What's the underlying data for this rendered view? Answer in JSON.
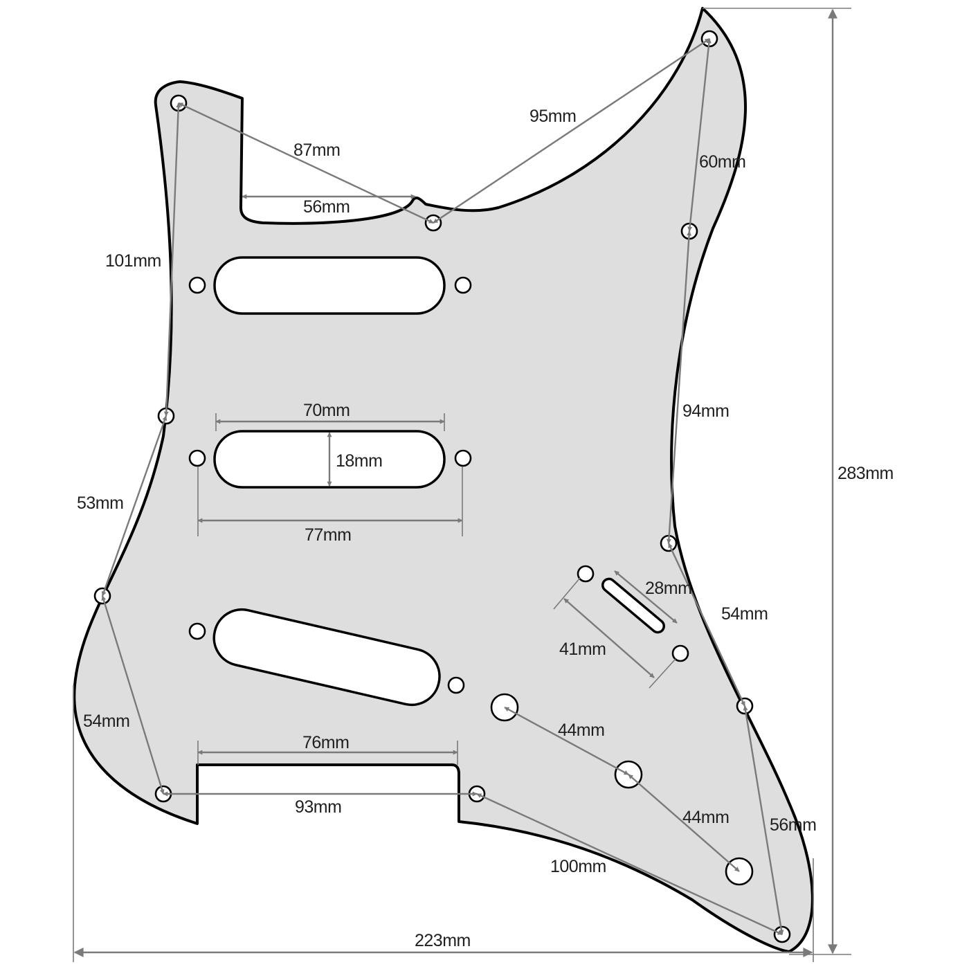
{
  "colors": {
    "pickguard_fill": "#dedede",
    "outline": "#000000",
    "dimension_line": "#7a7a7a",
    "background": "#ffffff"
  },
  "dimensions": {
    "overall_width": "223mm",
    "overall_height": "283mm",
    "mount_top_left_to_center": "87mm",
    "mount_center_to_top_right": "95mm",
    "neck_cutout_width": "56mm",
    "mount_top_right_to_right_upper": "60mm",
    "mount_left_top_to_left_mid": "101mm",
    "pickup_hole_length": "70mm",
    "pickup_hole_width": "18mm",
    "pickup_screw_spacing": "77mm",
    "mount_left_mid_to_left_lower": "53mm",
    "mount_left_lower_to_bottom_left": "54mm",
    "bottom_cutout_width": "76mm",
    "mount_bottom_left_to_bottom_center": "93mm",
    "mount_bottom_center_to_bottom_right": "100mm",
    "mount_right_upper_to_right_mid": "94mm",
    "switch_slot_length": "28mm",
    "switch_screw_spacing": "41mm",
    "mount_right_mid_to_right_lower": "54mm",
    "mount_right_lower_to_bottom_right": "56mm",
    "knob_spacing_1": "44mm",
    "knob_spacing_2": "44mm"
  }
}
